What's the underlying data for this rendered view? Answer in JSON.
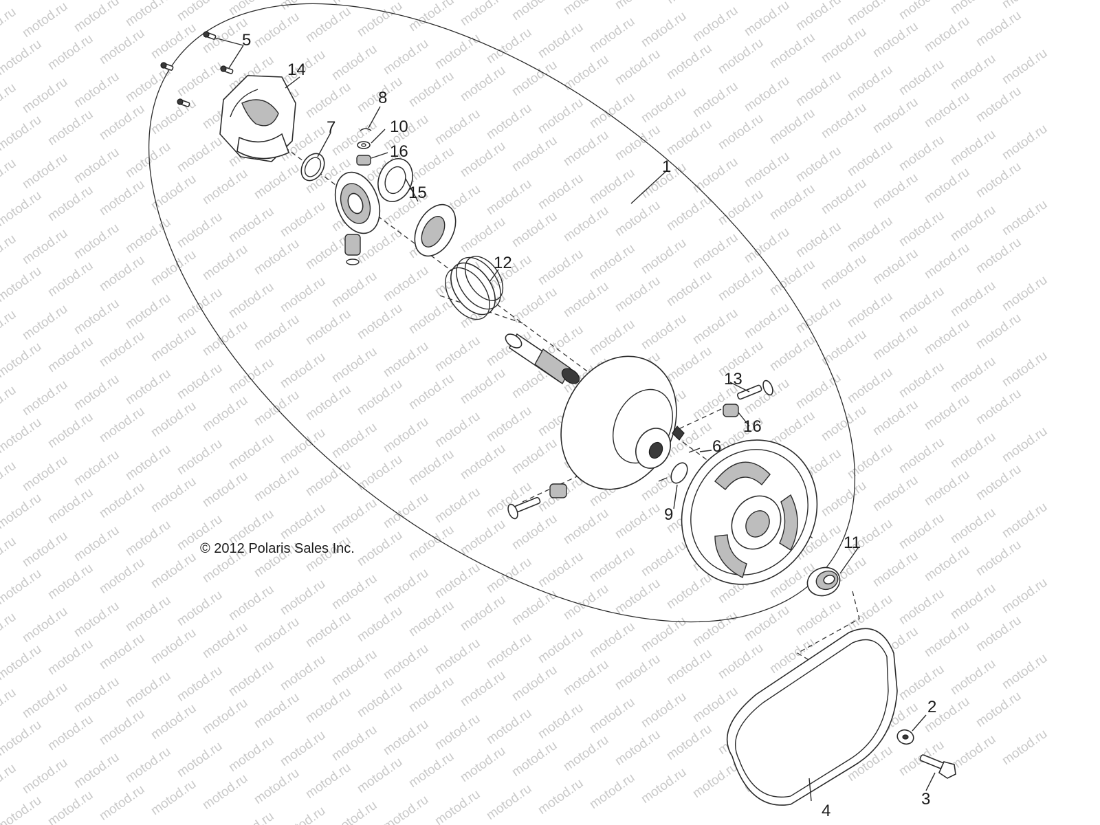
{
  "watermark": "motod.ru",
  "copyright": "© 2012 Polaris Sales Inc.",
  "callouts": {
    "c1": "1",
    "c2": "2",
    "c3": "3",
    "c4": "4",
    "c5": "5",
    "c6": "6",
    "c7": "7",
    "c8": "8",
    "c9": "9",
    "c10": "10",
    "c11": "11",
    "c12": "12",
    "c13": "13",
    "c14": "14",
    "c15": "15",
    "c16a": "16",
    "c16b": "16"
  }
}
